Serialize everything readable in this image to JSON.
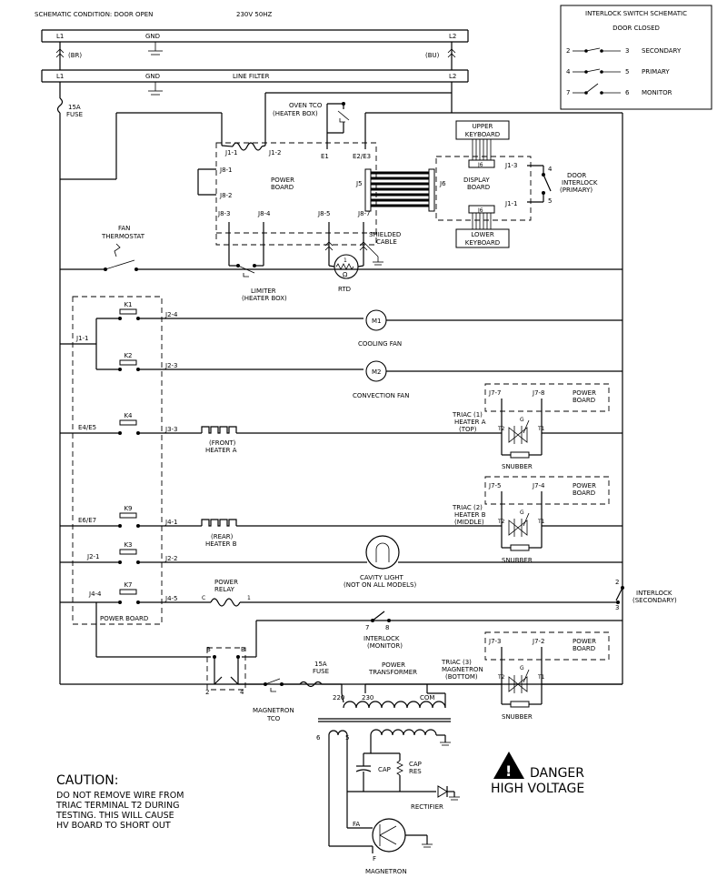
{
  "header": {
    "condition": "SCHEMATIC CONDITION: DOOR OPEN",
    "voltage": "230V 50HZ"
  },
  "bus": {
    "l1_a": "L1",
    "gnd_a": "GND",
    "l2_a": "L2",
    "br": "(BR)",
    "bu": "(BU)",
    "l1_b": "L1",
    "gnd_b": "GND",
    "line_filter": "LINE FILTER",
    "l2_b": "L2"
  },
  "legend": {
    "title": "INTERLOCK SWITCH SCHEMATIC",
    "subtitle": "DOOR CLOSED",
    "rows": [
      {
        "a": "2",
        "b": "3",
        "name": "SECONDARY"
      },
      {
        "a": "4",
        "b": "5",
        "name": "PRIMARY"
      },
      {
        "a": "7",
        "b": "6",
        "name": "MONITOR"
      }
    ]
  },
  "fuse1": {
    "line1": "15A",
    "line2": "FUSE"
  },
  "oven_tco": {
    "line1": "OVEN TCO",
    "line2": "(HEATER BOX)",
    "e1": "E1",
    "e2e3": "E2/E3"
  },
  "power_board_top": {
    "j1_1": "J1-1",
    "j1_2": "J1-2",
    "j8_1": "J8-1",
    "j8_2": "J8-2",
    "line1": "POWER",
    "line2": "BOARD",
    "j5": "J5",
    "j8_3": "J8-3",
    "j8_4": "J8-4",
    "j8_5": "J8-5",
    "j8_7": "J8-7"
  },
  "keyboards": {
    "upper1": "UPPER",
    "upper2": "KEYBOARD",
    "j6a": "J6",
    "lower1": "LOWER",
    "lower2": "KEYBOARD",
    "j6b": "J6",
    "display1": "DISPLAY",
    "display2": "BOARD",
    "j6": "J6",
    "j1_3": "J1-3",
    "j1_1": "J1-1"
  },
  "door_interlock": {
    "line1": "DOOR",
    "line2": "INTERLOCK",
    "line3": "(PRIMARY)",
    "p4": "4",
    "p5": "5"
  },
  "shielded": {
    "line1": "SHIELDED",
    "line2": "CABLE"
  },
  "rtd": {
    "label": "RTD",
    "one": "1",
    "omega": "Ω"
  },
  "limiter": {
    "line1": "LIMITER",
    "line2": "(HEATER BOX)"
  },
  "fan_thermo": {
    "line1": "FAN",
    "line2": "THERMOSTAT"
  },
  "relays": {
    "k1": "K1",
    "k2": "K2",
    "k4": "K4",
    "k9": "K9",
    "k3": "K3",
    "k7": "K7",
    "j1_1": "J1-1",
    "e4e5": "E4/E5",
    "e6e7": "E6/E7",
    "j2_1": "J2-1",
    "j4_4": "J4-4",
    "j2_4": "J2-4",
    "j2_3": "J2-3",
    "j3_3": "J3-3",
    "j4_1": "J4-1",
    "j2_2": "J2-2",
    "j4_5": "J4-5",
    "board": "POWER BOARD"
  },
  "motors": {
    "m1": "M1",
    "cooling": "COOLING FAN",
    "m2": "M2",
    "convection": "CONVECTION FAN"
  },
  "heater_a": {
    "line1": "(FRONT)",
    "line2": "HEATER A"
  },
  "heater_b": {
    "line1": "(REAR)",
    "line2": "HEATER B"
  },
  "triac1": {
    "j7_7": "J7-7",
    "j7_8": "J7-8",
    "board1": "POWER",
    "board2": "BOARD",
    "line1": "TRIAC (1)",
    "line2": "HEATER A",
    "line3": "(TOP)",
    "t2": "T2",
    "g": "G",
    "t1": "T1",
    "snubber": "SNUBBER"
  },
  "triac2": {
    "j7_5": "J7-5",
    "j7_4": "J7-4",
    "board1": "POWER",
    "board2": "BOARD",
    "line1": "TRIAC (2)",
    "line2": "HEATER B",
    "line3": "(MIDDLE)",
    "t2": "T2",
    "g": "G",
    "t1": "T1",
    "snubber": "SNUBBER"
  },
  "triac3": {
    "j7_3": "J7-3",
    "j7_2": "J7-2",
    "board1": "POWER",
    "board2": "BOARD",
    "line1": "TRIAC (3)",
    "line2": "MAGNETRON",
    "line3": "(BOTTOM)",
    "t2": "T2",
    "g": "G",
    "t1": "T1",
    "snubber": "SNUBBER"
  },
  "cavity": {
    "line1": "CAVITY LIGHT",
    "line2": "(NOT ON ALL MODELS)"
  },
  "power_relay": {
    "line1": "POWER",
    "line2": "RELAY",
    "c": "C",
    "one": "1"
  },
  "interlock_sec": {
    "line1": "INTERLOCK",
    "line2": "(SECONDARY)",
    "p2": "2",
    "p3": "3"
  },
  "interlock_mon": {
    "line1": "INTERLOCK",
    "line2": "(MONITOR)",
    "p7": "7",
    "p8": "8"
  },
  "lower": {
    "b_left": "B",
    "b_right": "B",
    "p2": "2",
    "p4": "4",
    "fuse1": "15A",
    "fuse2": "FUSE",
    "mag_tco1": "MAGNETRON",
    "mag_tco2": "TCO",
    "xfmr1": "POWER",
    "xfmr2": "TRANSFORMER",
    "t220": "220",
    "t230": "230",
    "com": "COM",
    "s6": "6",
    "s5": "5",
    "cap": "CAP",
    "capres1": "CAP",
    "capres2": "RES",
    "rectifier": "RECTIFIER",
    "fa": "FA",
    "f": "F",
    "magnetron": "MAGNETRON"
  },
  "caution": {
    "title": "CAUTION:",
    "line1": "DO NOT REMOVE WIRE FROM",
    "line2": "TRIAC TERMINAL T2 DURING",
    "line3": "TESTING. THIS WILL CAUSE",
    "line4": "HV BOARD TO SHORT OUT"
  },
  "danger": {
    "line1": "DANGER",
    "line2": "HIGH VOLTAGE",
    "symbol": "!"
  }
}
